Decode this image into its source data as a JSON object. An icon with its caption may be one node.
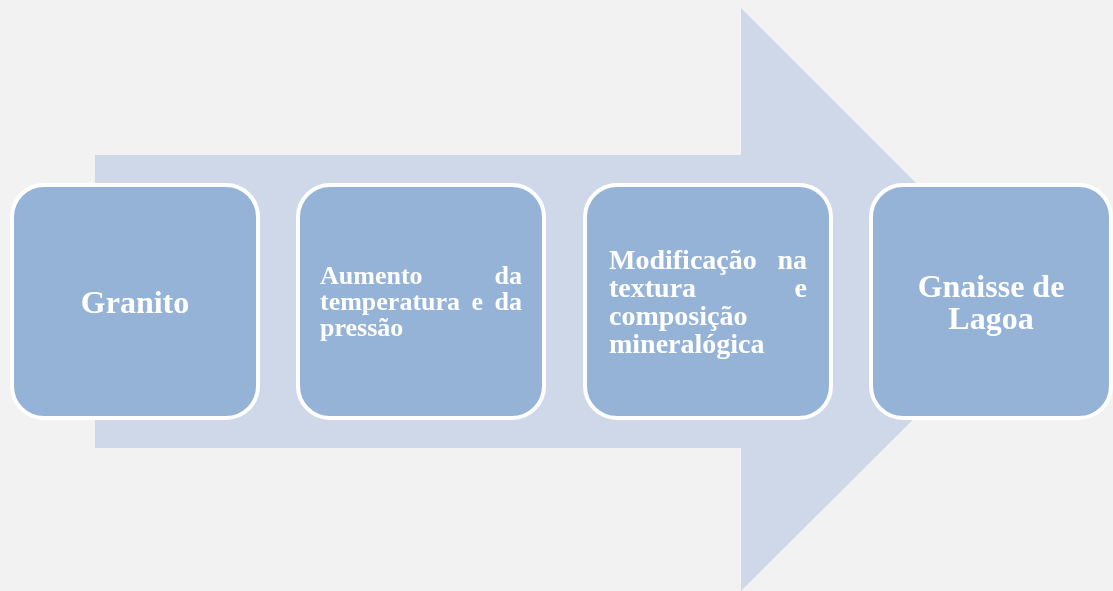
{
  "diagram": {
    "nodes": [
      {
        "text": [
          "Granito"
        ]
      },
      {
        "text": [
          "Aumento da temperatura e da pressão"
        ]
      },
      {
        "text": [
          "Modificação na textura e composição mineralógica"
        ]
      },
      {
        "text": [
          "Gnaisse de Lagoa"
        ]
      }
    ],
    "edges": [
      {
        "from": 0,
        "to": 3,
        "arrow": "to"
      }
    ]
  }
}
